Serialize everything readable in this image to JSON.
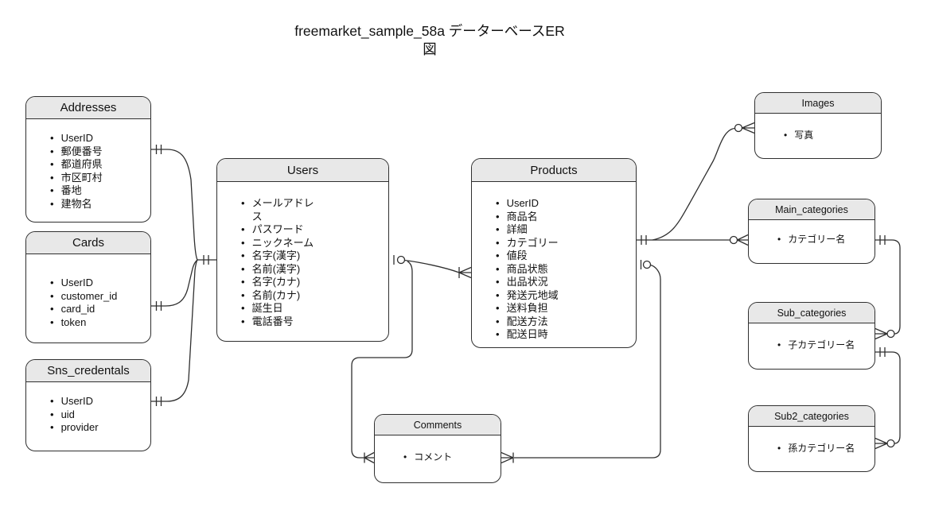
{
  "title": {
    "line1": "freemarket_sample_58a データーベースER",
    "line2": "図"
  },
  "entities": {
    "addresses": {
      "title": "Addresses",
      "attributes": [
        "UserID",
        "郵便番号",
        "都道府県",
        "市区町村",
        "番地",
        "建物名"
      ]
    },
    "cards": {
      "title": "Cards",
      "attributes": [
        "UserID",
        "customer_id",
        "card_id",
        "token"
      ]
    },
    "sns_credentals": {
      "title": "Sns_credentals",
      "attributes": [
        "UserID",
        "uid",
        "provider"
      ]
    },
    "users": {
      "title": "Users",
      "attributes": [
        "メールアドレス",
        "パスワード",
        "ニックネーム",
        "名字(漢字)",
        "名前(漢字)",
        "名字(カナ)",
        "名前(カナ)",
        "誕生日",
        "電話番号"
      ]
    },
    "products": {
      "title": "Products",
      "attributes": [
        "UserID",
        "商品名",
        "詳細",
        "カテゴリー",
        "値段",
        "商品状態",
        "出品状況",
        "発送元地域",
        "送料負担",
        "配送方法",
        "配送日時"
      ]
    },
    "comments": {
      "title": "Comments",
      "attributes": [
        "コメント"
      ]
    },
    "images": {
      "title": "Images",
      "attributes": [
        "写真"
      ]
    },
    "main_categories": {
      "title": "Main_categories",
      "attributes": [
        "カテゴリー名"
      ]
    },
    "sub_categories": {
      "title": "Sub_categories",
      "attributes": [
        "子カテゴリー名"
      ]
    },
    "sub2_categories": {
      "title": "Sub2_categories",
      "attributes": [
        "孫カテゴリー名"
      ]
    }
  },
  "relationships": [
    {
      "from": "Addresses",
      "to": "Users",
      "from_cardinality": "one",
      "to_cardinality": "one"
    },
    {
      "from": "Cards",
      "to": "Users",
      "from_cardinality": "one",
      "to_cardinality": "one"
    },
    {
      "from": "Sns_credentals",
      "to": "Users",
      "from_cardinality": "one",
      "to_cardinality": "one"
    },
    {
      "from": "Users",
      "to": "Products",
      "from_cardinality": "zero-or-one",
      "to_cardinality": "one-or-many"
    },
    {
      "from": "Users",
      "to": "Comments",
      "from_cardinality": "zero-or-one",
      "to_cardinality": "one-or-many"
    },
    {
      "from": "Products",
      "to": "Comments",
      "from_cardinality": "zero-or-one",
      "to_cardinality": "one-or-many"
    },
    {
      "from": "Products",
      "to": "Images",
      "from_cardinality": "one",
      "to_cardinality": "zero-or-many"
    },
    {
      "from": "Products",
      "to": "Main_categories",
      "from_cardinality": "one",
      "to_cardinality": "zero-or-many"
    },
    {
      "from": "Main_categories",
      "to": "Sub_categories",
      "from_cardinality": "one",
      "to_cardinality": "zero-or-many"
    },
    {
      "from": "Sub_categories",
      "to": "Sub2_categories",
      "from_cardinality": "one",
      "to_cardinality": "zero-or-many"
    }
  ],
  "colors": {
    "background": "#ffffff",
    "entity_header_fill": "#e8e8e8",
    "border": "#2f2f2f",
    "line": "#2f2f2f",
    "text": "#111111"
  }
}
